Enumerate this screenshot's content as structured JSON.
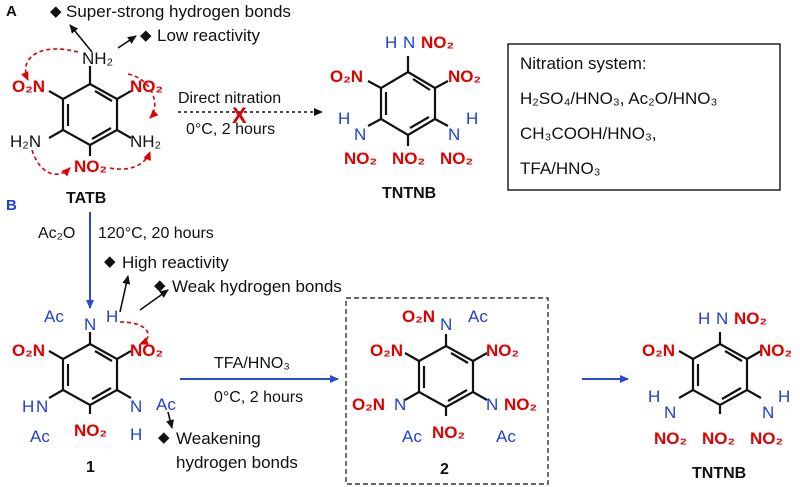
{
  "panel_a": {
    "letter": "A",
    "annot_super_strong": "Super-strong hydrogen bonds",
    "annot_low_reactivity": "Low reactivity",
    "arrow_label_top": "Direct nitration",
    "arrow_label_bottom": "0°C, 2 hours",
    "fail_mark": "X",
    "start_name": "TATB",
    "product_name": "TNTNB",
    "nitration_box": {
      "title": "Nitration system:",
      "lines": [
        "H₂SO₄/HNO₃, Ac₂O/HNO₃",
        "CH₃COOH/HNO₃,",
        "TFA/HNO₃"
      ]
    }
  },
  "panel_b": {
    "letter": "B",
    "step1_reagent": "Ac₂O",
    "step1_cond": "120°C, 20 hours",
    "annot_high_reactivity": "High reactivity",
    "annot_weak_hbonds": "Weak hydrogen bonds",
    "annot_weakening_1": "Weakening",
    "annot_weakening_2": "hydrogen bonds",
    "step2_reagent": "TFA/HNO₃",
    "step2_cond": "0°C, 2 hours",
    "compound1_label": "1",
    "compound2_label": "2",
    "final_name": "TNTNB"
  },
  "chem": {
    "no2": "NO₂",
    "o2n": "O₂N",
    "nh2": "NH₂",
    "h2n": "H₂N",
    "n": "N",
    "h": "H",
    "ac": "Ac",
    "bullet": "◆"
  },
  "colors": {
    "red": "#e00000",
    "blue": "#1f3fd6",
    "black": "#111111"
  }
}
